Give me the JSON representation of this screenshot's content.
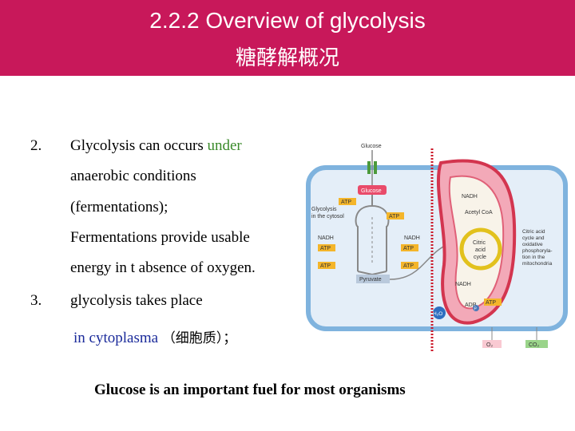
{
  "header": {
    "title": "2.2.2  Overview of glycolysis",
    "subtitle": "糖酵解概况"
  },
  "points": [
    {
      "number": "2.",
      "lines": [
        {
          "pre": "Glycolysis can occurs ",
          "hl": "under"
        },
        {
          "text": "anaerobic conditions"
        },
        {
          "text": "(fermentations);"
        },
        {
          "text": "Fermentations provide usable"
        },
        {
          "text": "energy in t absence of oxygen."
        }
      ]
    },
    {
      "number": "3.",
      "lines": [
        {
          "text": "glycolysis takes place"
        },
        {
          "text": "in cytoplasma",
          "suffix": "（细胞质）；"
        }
      ]
    }
  ],
  "footer": "Glucose is an important fuel for most organisms",
  "diagram": {
    "labels": {
      "glucose_top": "Glucose",
      "glucose_box": "Glucose",
      "glycolysis": "Glycolysis",
      "in_cytosol": "in the cytosol",
      "nadh_left": "NADH",
      "nadh_right": "NADH",
      "atp_1": "ATP",
      "atp_2": "ATP",
      "atp_3": "ATP",
      "atp_4": "ATP",
      "atp_5": "ATP",
      "atp_6": "ATP",
      "pyruvate": "Pyruvate",
      "nadh_mito": "NADH",
      "nadh_mito2": "NADH",
      "acetyl": "Acetyl CoA",
      "citric": "Citric",
      "acid": "acid",
      "cycle": "cycle",
      "side1": "Citric acid",
      "side2": "cycle and",
      "side3": "oxidative",
      "side4": "phosphoryla-",
      "side5": "tion in the",
      "side6": "mitochondria",
      "h2o": "H₂O",
      "adp": "ADP",
      "pi": "P",
      "o2": "O₂",
      "co2": "CO₂"
    }
  }
}
